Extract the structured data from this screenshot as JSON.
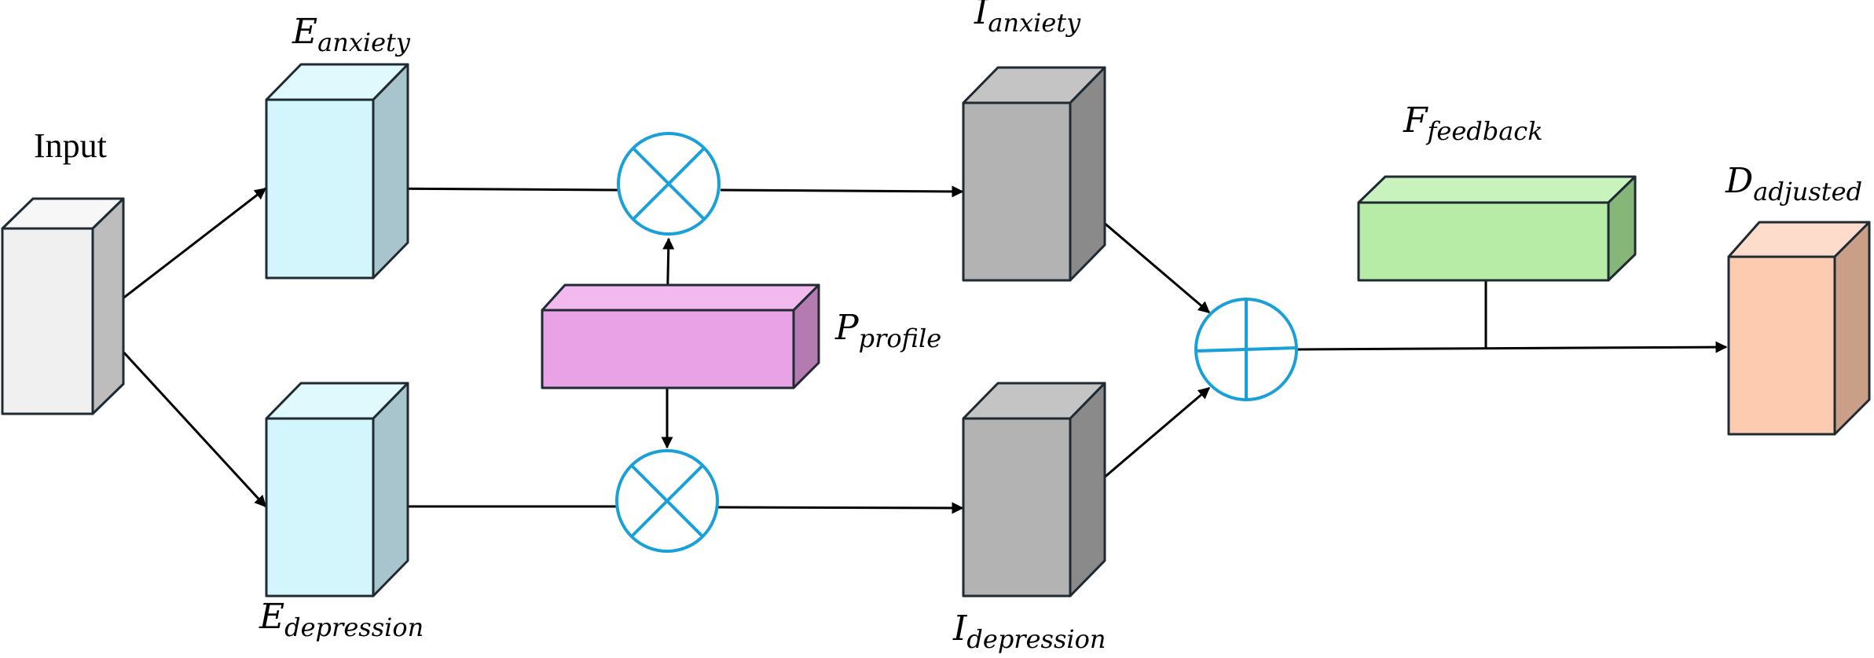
{
  "diagram": {
    "nodes": {
      "input": {
        "label": "Input",
        "face": "#f0f0f0",
        "top": "#f7f7f7",
        "side": "#bdbdbd"
      },
      "e_anxiety": {
        "base": "E",
        "sub": "anxiety",
        "face": "#d2f6fb",
        "top": "#dff9fc",
        "side": "#a8c5cd"
      },
      "e_depression": {
        "base": "E",
        "sub": "depression",
        "face": "#d2f6fb",
        "top": "#dff9fc",
        "side": "#a8c5cd"
      },
      "p_profile": {
        "base": "P",
        "sub": "profile",
        "face": "#eaa2e6",
        "top": "#f2b9ee",
        "side": "#b47bb0"
      },
      "i_anxiety": {
        "base": "I",
        "sub": "anxiety",
        "face": "#b3b3b3",
        "top": "#c4c4c4",
        "side": "#8a8a8a"
      },
      "i_depression": {
        "base": "I",
        "sub": "depression",
        "face": "#b3b3b3",
        "top": "#c4c4c4",
        "side": "#8a8a8a"
      },
      "f_feedback": {
        "base": "F",
        "sub": "feedback",
        "face": "#b6eca6",
        "top": "#c9f3bc",
        "side": "#86b778"
      },
      "d_adjusted": {
        "base": "D",
        "sub": "adjusted",
        "face": "#fdccb0",
        "top": "#fedccb",
        "side": "#c99f88"
      }
    },
    "operators": {
      "mult_top": {
        "op": "multiply"
      },
      "mult_bottom": {
        "op": "multiply"
      },
      "add": {
        "op": "add"
      }
    },
    "colors": {
      "operator": "#1aa0d8",
      "edge": "#000000",
      "outline": "#1f2a33"
    }
  }
}
